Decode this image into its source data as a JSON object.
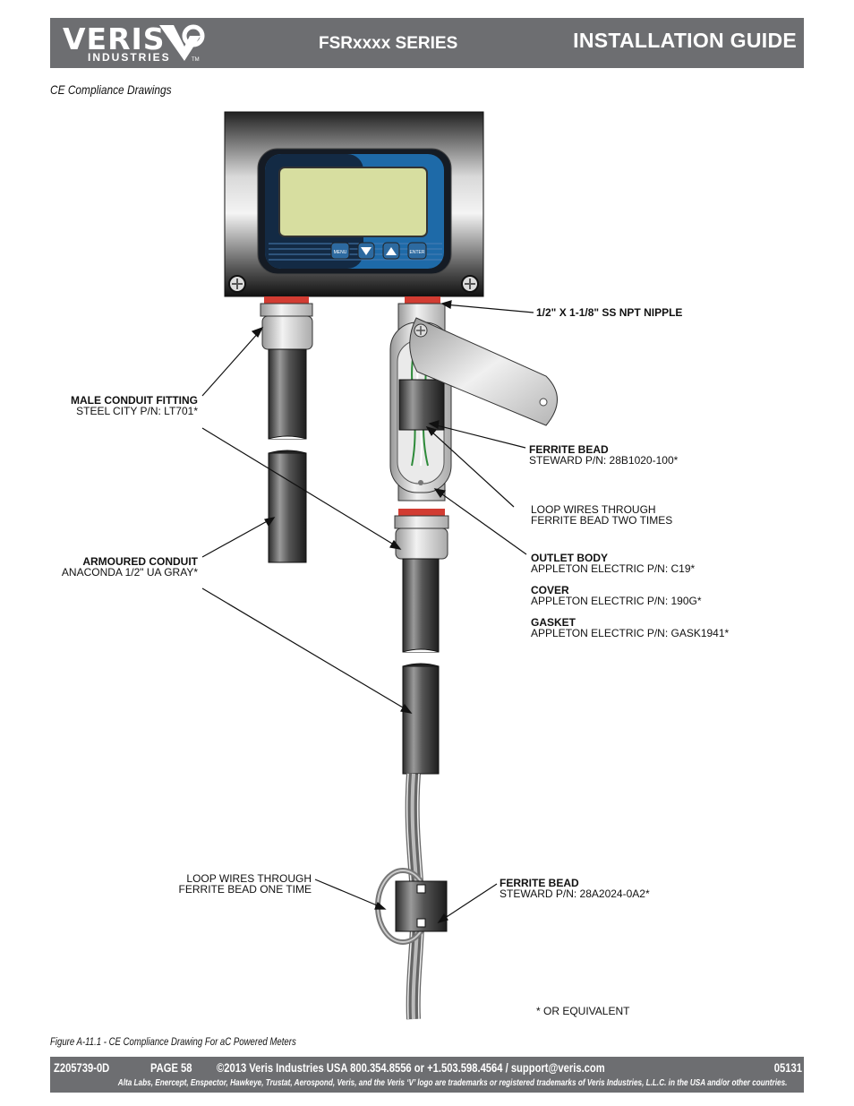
{
  "header": {
    "logo_text": "VERIS",
    "logo_sub": "INDUSTRIES",
    "logo_tm": "TM",
    "series": "FSRxxxx SERIES",
    "guide": "INSTALLATION GUIDE"
  },
  "section_title": "CE Compliance Drawings",
  "device": {
    "menu_label": "MENU",
    "enter_label": "ENTER"
  },
  "labels": {
    "nipple": "1/2\" X 1-1/8\" SS NPT NIPPLE",
    "fitting_title": "MALE CONDUIT FITTING",
    "fitting_pn": "STEEL CITY P/N: LT701*",
    "ferrite1_title": "FERRITE BEAD",
    "ferrite1_pn": "STEWARD P/N: 28B1020-100*",
    "loop2_line1": "LOOP WIRES THROUGH",
    "loop2_line2": "FERRITE BEAD TWO TIMES",
    "conduit_title": "ARMOURED CONDUIT",
    "conduit_pn": "ANACONDA 1/2\" UA GRAY*",
    "outlet_title": "OUTLET BODY",
    "outlet_pn": "APPLETON ELECTRIC P/N: C19*",
    "cover_title": "COVER",
    "cover_pn": "APPLETON ELECTRIC P/N: 190G*",
    "gasket_title": "GASKET",
    "gasket_pn": "APPLETON ELECTRIC P/N: GASK1941*",
    "loop1_line1": "LOOP WIRES THROUGH",
    "loop1_line2": "FERRITE BEAD ONE TIME",
    "ferrite2_title": "FERRITE BEAD",
    "ferrite2_pn": "STEWARD P/N: 28A2024-0A2*",
    "equivalent": "* OR EQUIVALENT"
  },
  "caption": "Figure A-11.1 - CE Compliance Drawing For aC Powered Meters",
  "footer": {
    "doc_number": "Z205739-0D",
    "page": "PAGE 58",
    "copyright": "©2013 Veris Industries   USA 800.354.8556 or +1.503.598.4564  / support@veris.com",
    "code": "05131",
    "trademarks": "Alta Labs, Enercept, Enspector, Hawkeye, Trustat, Aerospond, Veris, and the Veris ‘V’ logo are trademarks or registered trademarks of  Veris Industries, L.L.C. in the USA and/or other countries."
  },
  "colors": {
    "header_bg": "#6d6e71",
    "display_blue": "#1e6aa8",
    "lcd_green": "#d7dea0",
    "wire_green": "#2e8b3a",
    "gasket_red": "#d23c32"
  }
}
